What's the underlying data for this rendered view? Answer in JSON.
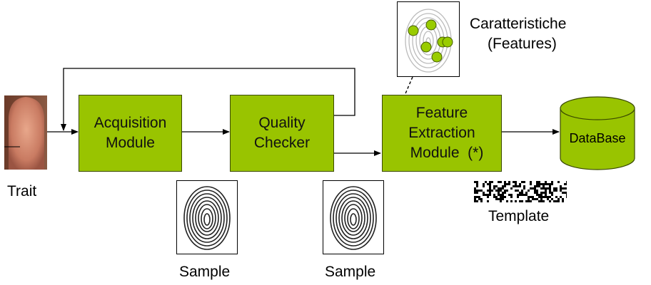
{
  "nodes": {
    "acquisition": {
      "line1": "Acquisition",
      "line2": "Module"
    },
    "quality": {
      "line1": "Quality",
      "line2": "Checker"
    },
    "feature": {
      "line1": "Feature",
      "line2": "Extraction",
      "line3": "Module  (*)"
    },
    "database": {
      "label": "DataBase"
    }
  },
  "labels": {
    "trait": "Trait",
    "sample1": "Sample",
    "sample2": "Sample",
    "template": "Template",
    "features_line1": "Caratteristiche",
    "features_line2": "(Features)"
  },
  "colors": {
    "module_fill": "#99c400",
    "minutiae": "#99cc00",
    "database_fill": "#99c400"
  }
}
